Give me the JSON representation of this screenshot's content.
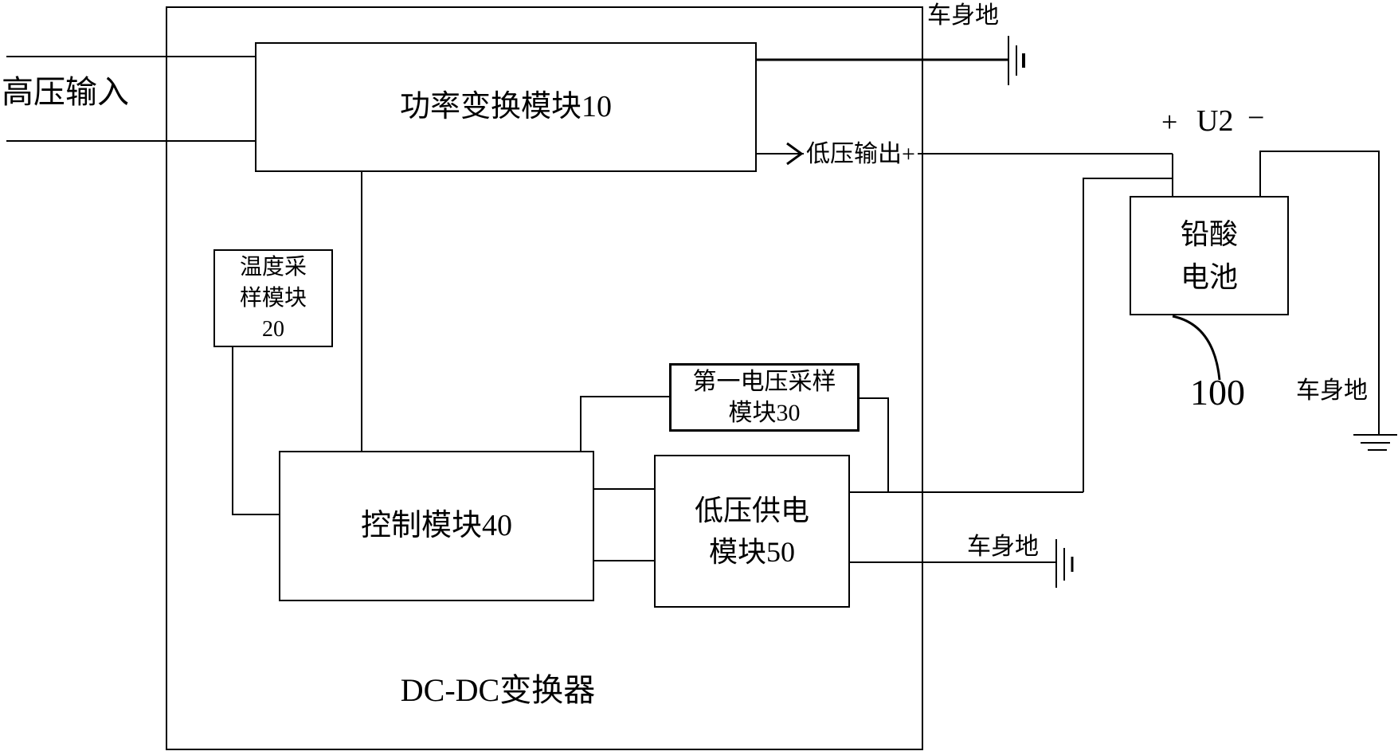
{
  "colors": {
    "ink": "#000000",
    "background": "#ffffff"
  },
  "labels": {
    "hv_input": "高压输入",
    "lv_output": "低压输出+",
    "ground_top": "车身地",
    "ground_mid": "车身地",
    "ground_right": "车身地",
    "battery_plus": "+",
    "battery_voltage": "U2",
    "battery_minus": "−",
    "battery_ref": "100",
    "converter": "DC-DC变换器"
  },
  "blocks": {
    "power_module": {
      "label": "功率变换模块10"
    },
    "temp_module": {
      "lines": [
        "温度采",
        "样模块",
        "20"
      ]
    },
    "control_module": {
      "label": "控制模块40"
    },
    "voltage_module": {
      "lines": [
        "第一电压采样",
        "模块30"
      ]
    },
    "supply_module": {
      "lines": [
        "低压供电",
        "模块50"
      ]
    },
    "battery": {
      "lines": [
        "铅酸",
        "电池"
      ]
    }
  }
}
